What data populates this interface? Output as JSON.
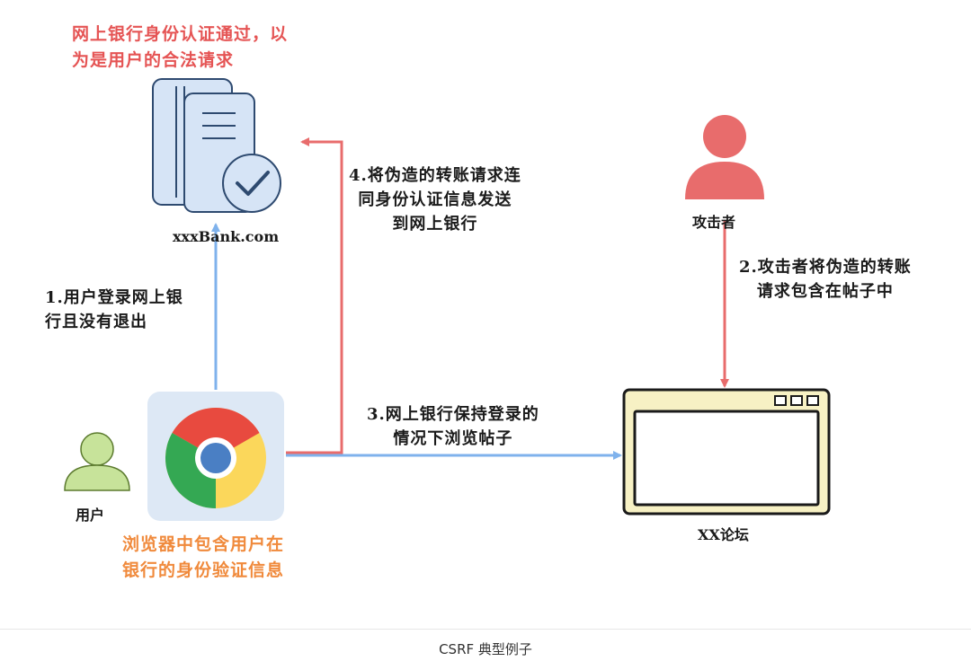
{
  "bank_note": "网上银行身份认证通过，以\n为是用户的合法请求",
  "bank_label": "xxxBank.com",
  "step1": "1.用户登录网上银\n行且没有退出",
  "step2": "2.攻击者将伪造的转账\n请求包含在帖子中",
  "step3": "3.网上银行保持登录的\n情况下浏览帖子",
  "step4": "4.将伪造的转账请求连\n同身份认证信息发送\n到网上银行",
  "attacker_label": "攻击者",
  "user_label": "用户",
  "forum_label": "XX论坛",
  "browser_note": "浏览器中包含用户在\n银行的身份验证信息",
  "caption": "CSRF 典型例子",
  "icons": {
    "bank": "server-check-icon",
    "attacker": "person-icon",
    "user": "person-icon",
    "browser": "chrome-icon",
    "forum": "browser-window-icon"
  },
  "colors": {
    "blue_arrow": "#7fb2ec",
    "red_arrow": "#e86c6c",
    "server_fill": "#d6e4f6",
    "server_stroke": "#2e4a70",
    "attacker": "#e86c6c",
    "user": "#c7e39a",
    "forum_border": "#f4e38a",
    "browser_bg": "#dde8f5"
  }
}
